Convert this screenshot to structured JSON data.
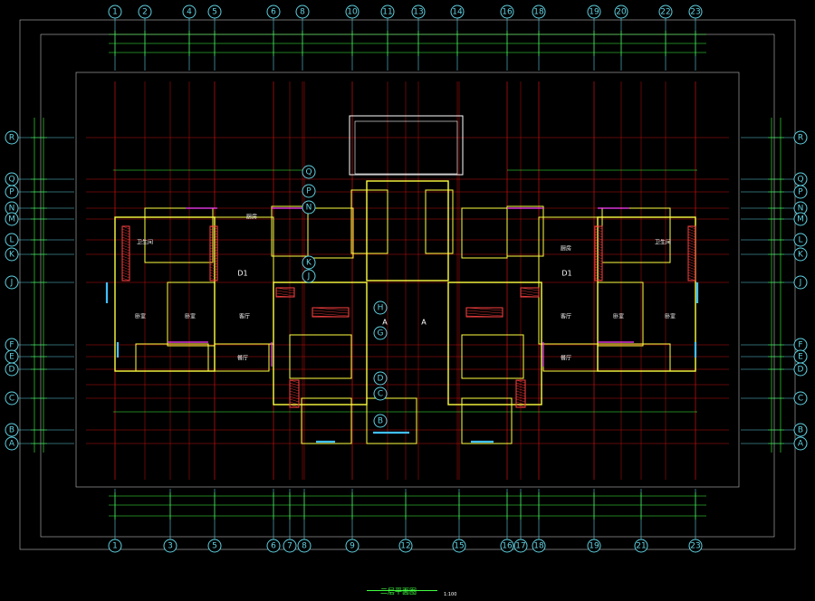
{
  "drawing": {
    "title": "二层平面图",
    "scale": "1:100"
  },
  "axes": {
    "top": [
      "1",
      "2",
      "4",
      "5",
      "6",
      "8",
      "10",
      "11",
      "13",
      "14",
      "16",
      "18",
      "19",
      "20",
      "22",
      "23"
    ],
    "bottom": [
      "1",
      "3",
      "5",
      "6",
      "7",
      "8",
      "9",
      "12",
      "15",
      "16",
      "17",
      "18",
      "19",
      "21",
      "23"
    ],
    "left": [
      "R",
      "Q",
      "P",
      "N",
      "M",
      "L",
      "K",
      "J",
      "F",
      "E",
      "D",
      "C",
      "B",
      "A"
    ],
    "right": [
      "R",
      "Q",
      "P",
      "N",
      "M",
      "L",
      "K",
      "J",
      "F",
      "E",
      "D",
      "C",
      "B",
      "A"
    ],
    "inner": [
      "Q",
      "P",
      "N",
      "K",
      "J",
      "H",
      "G",
      "D",
      "C",
      "B"
    ]
  },
  "units": {
    "left_label": "D1",
    "right_label": "D1",
    "center_left_label": "A",
    "center_right_label": "A"
  },
  "rooms": [
    "卧室",
    "卧室",
    "客厅",
    "厨房",
    "卫生间",
    "餐厅",
    "卧室",
    "卧室",
    "客厅",
    "厨房",
    "卫生间",
    "餐厅"
  ],
  "colors": {
    "wall": "#ffff40",
    "axis": "#5fd0e0",
    "grid": "#c01010",
    "dim": "#40ff40",
    "door": "#ff40ff",
    "window": "#40c0ff",
    "hatch": "#ff4040"
  }
}
